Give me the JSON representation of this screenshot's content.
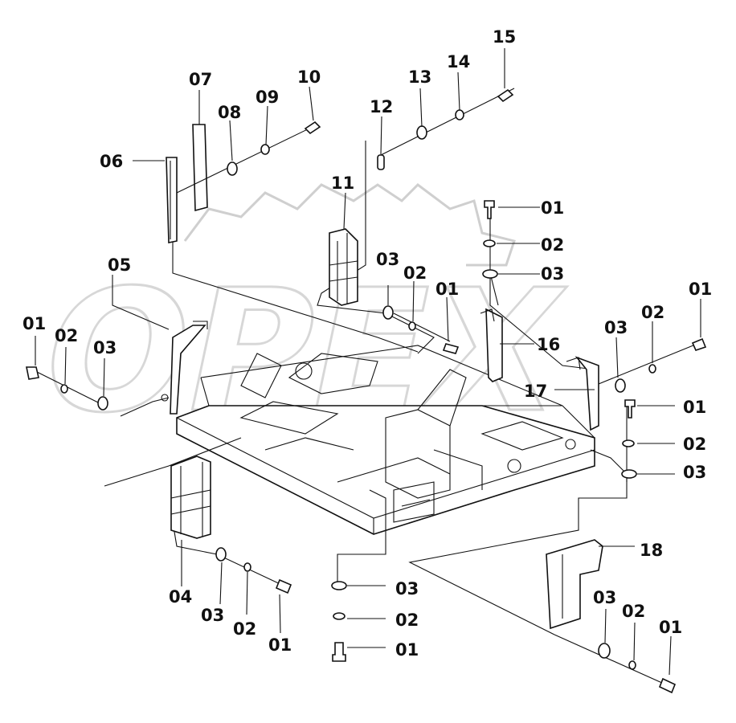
{
  "diagram": {
    "watermark": "OPEX",
    "labels": [
      {
        "id": "c06",
        "text": "06"
      },
      {
        "id": "c07",
        "text": "07"
      },
      {
        "id": "c08",
        "text": "08"
      },
      {
        "id": "c09",
        "text": "09"
      },
      {
        "id": "c10",
        "text": "10"
      },
      {
        "id": "c11",
        "text": "11"
      },
      {
        "id": "c12",
        "text": "12"
      },
      {
        "id": "c13",
        "text": "13"
      },
      {
        "id": "c14",
        "text": "14"
      },
      {
        "id": "c15",
        "text": "15"
      },
      {
        "id": "c16",
        "text": "16"
      },
      {
        "id": "c17",
        "text": "17"
      },
      {
        "id": "c18",
        "text": "18"
      },
      {
        "id": "c05",
        "text": "05"
      },
      {
        "id": "c04",
        "text": "04"
      },
      {
        "id": "r01a",
        "text": "01"
      },
      {
        "id": "r02a",
        "text": "02"
      },
      {
        "id": "r03a",
        "text": "03"
      },
      {
        "id": "m03",
        "text": "03"
      },
      {
        "id": "m02",
        "text": "02"
      },
      {
        "id": "m01",
        "text": "01"
      },
      {
        "id": "l01",
        "text": "01"
      },
      {
        "id": "l02",
        "text": "02"
      },
      {
        "id": "l03",
        "text": "03"
      },
      {
        "id": "s03",
        "text": "03"
      },
      {
        "id": "s02",
        "text": "02"
      },
      {
        "id": "s01",
        "text": "01"
      },
      {
        "id": "r01b",
        "text": "01"
      },
      {
        "id": "r02b",
        "text": "02"
      },
      {
        "id": "r03b",
        "text": "03"
      },
      {
        "id": "b03",
        "text": "03"
      },
      {
        "id": "b02",
        "text": "02"
      },
      {
        "id": "b01",
        "text": "01"
      },
      {
        "id": "q03",
        "text": "03"
      },
      {
        "id": "q02",
        "text": "02"
      },
      {
        "id": "q01",
        "text": "01"
      },
      {
        "id": "bl04",
        "text": "04"
      },
      {
        "id": "bl03",
        "text": "03"
      },
      {
        "id": "bl02",
        "text": "02"
      },
      {
        "id": "bl01",
        "text": "01"
      }
    ]
  }
}
